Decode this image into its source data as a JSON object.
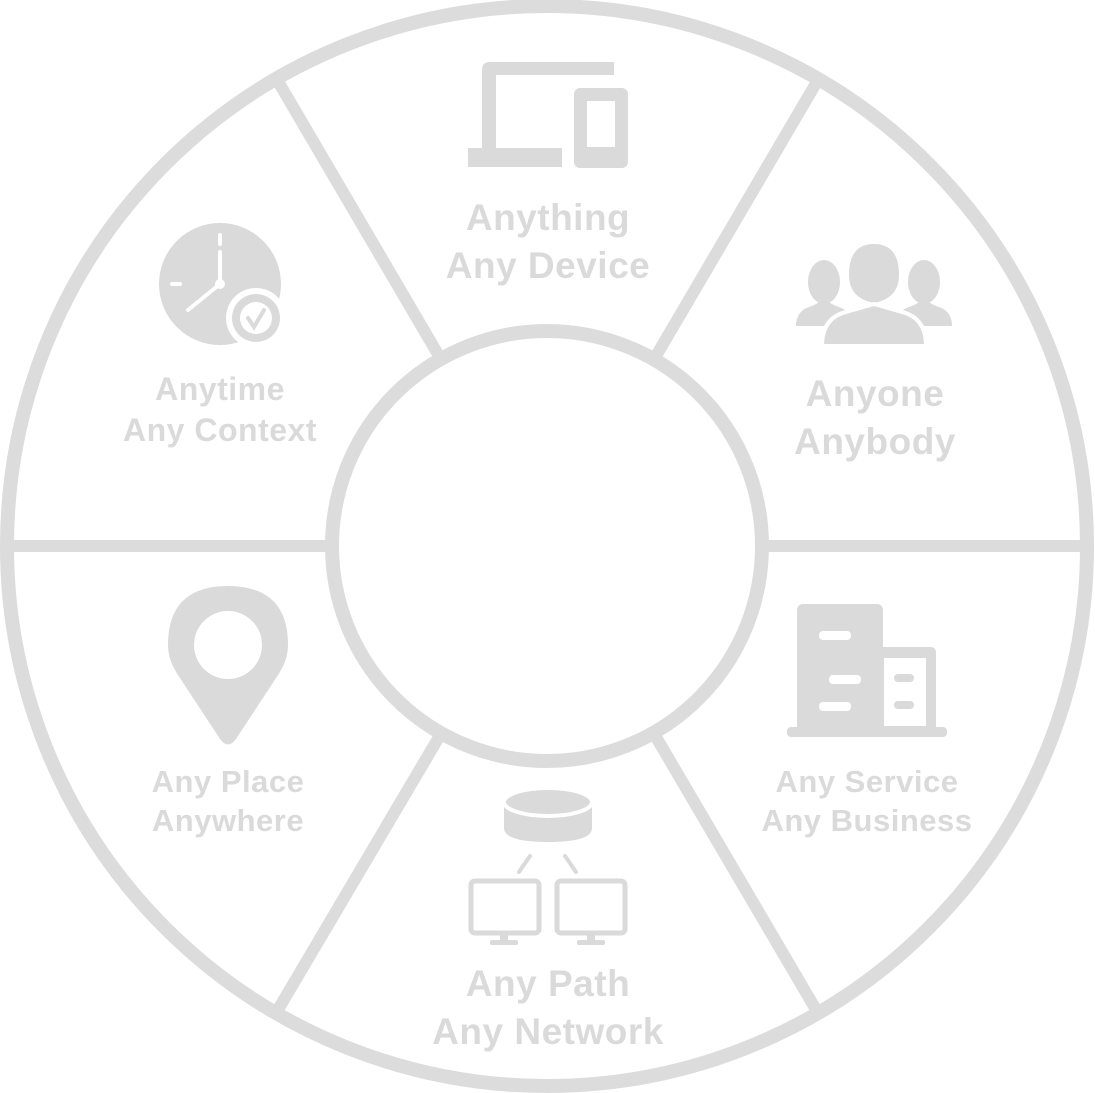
{
  "colors": {
    "stroke": "#dcdcdc",
    "icon": "#dadada",
    "background": "#ffffff"
  },
  "segments": [
    {
      "id": "device",
      "icon": "laptop-tablet-icon",
      "line1": "Anything",
      "line2": "Any Device"
    },
    {
      "id": "people",
      "icon": "users-group-icon",
      "line1": "Anyone",
      "line2": "Anybody"
    },
    {
      "id": "business",
      "icon": "building-icon",
      "line1": "Any Service",
      "line2": "Any Business"
    },
    {
      "id": "network",
      "icon": "network-database-icon",
      "line1": "Any Path",
      "line2": "Any Network"
    },
    {
      "id": "place",
      "icon": "map-pin-icon",
      "line1": "Any Place",
      "line2": "Anywhere"
    },
    {
      "id": "time",
      "icon": "clock-check-icon",
      "line1": "Anytime",
      "line2": "Any Context"
    }
  ]
}
